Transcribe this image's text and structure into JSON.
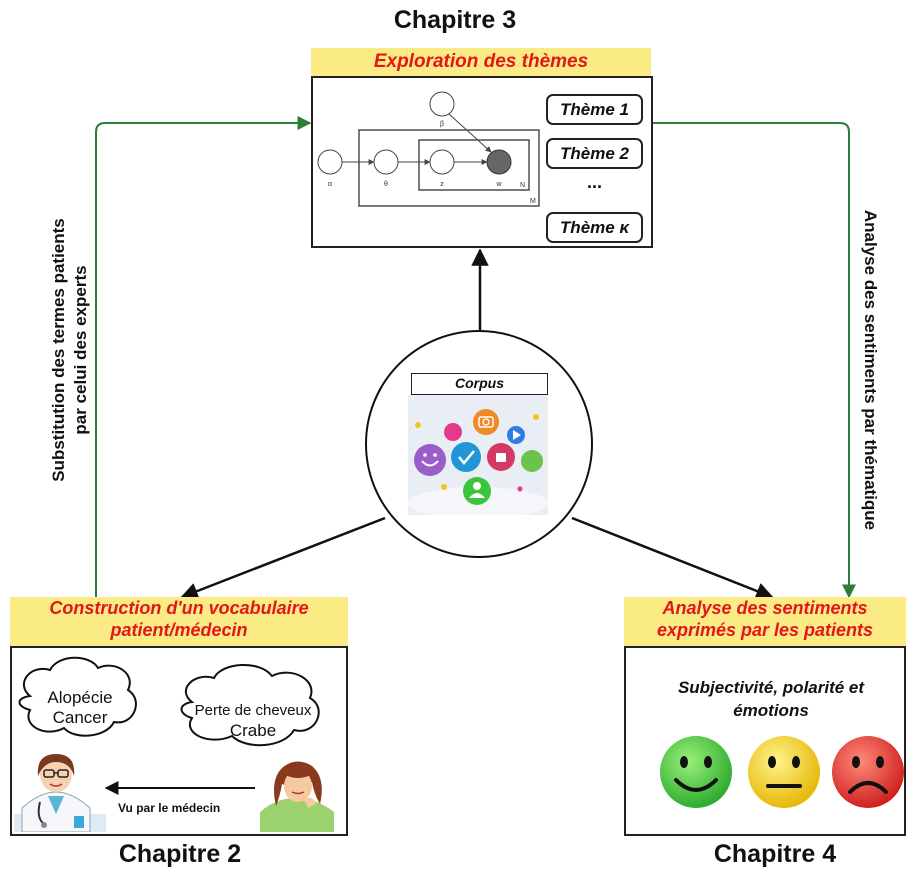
{
  "chapters": {
    "top": "Chapitre 3",
    "left": "Chapitre 2",
    "right": "Chapitre 4"
  },
  "top_panel": {
    "title": "Exploration des thèmes",
    "themes": [
      "Thème 1",
      "Thème 2",
      "...",
      "Thème κ"
    ],
    "model": {
      "node_alpha": "α",
      "node_theta": "θ",
      "node_z": "z",
      "node_w": "w",
      "node_beta": "β",
      "plate_inner": "N",
      "plate_outer": "M"
    }
  },
  "corpus": {
    "label": "Corpus"
  },
  "left_panel": {
    "title_line1": "Construction d'un vocabulaire",
    "title_line2": "patient/médecin",
    "cloud1_line1": "Alopécie",
    "cloud1_line2": "Cancer",
    "cloud2_line1": "Perte de cheveux",
    "cloud2_line2": "Crabe",
    "arrow_caption": "Vu par le médecin"
  },
  "right_panel": {
    "title_line1": "Analyse des sentiments",
    "title_line2": "exprimés par les patients",
    "subtitle_line1": "Subjectivité, polarité et",
    "subtitle_line2": "émotions"
  },
  "side_labels": {
    "left_line1": "Substitution des termes patients",
    "left_line2": "par celui des experts",
    "right": "Analyse des sentiments par thématique"
  },
  "colors": {
    "band": "#fbeb85",
    "title_red": "#e3161c",
    "connector_green": "#2e7d3a",
    "smiley_green": "#3cc43c",
    "smiley_yellow": "#f3d21b",
    "smiley_red": "#e02828"
  }
}
